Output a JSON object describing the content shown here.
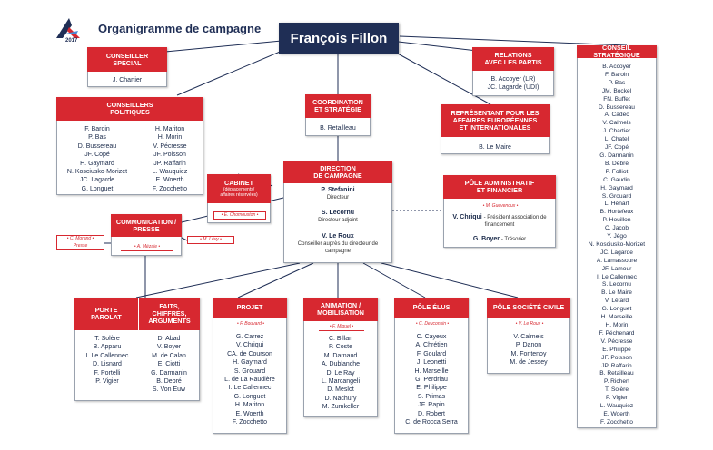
{
  "header": {
    "title": "Organigramme de campagne",
    "logo_year": "2017",
    "top": "François Fillon"
  },
  "colors": {
    "accent": "#d72830",
    "navy": "#1f2e55"
  },
  "conseiller_special": {
    "title": [
      "CONSEILLER",
      "SPÉCIAL"
    ],
    "members": [
      "J. Chartier"
    ]
  },
  "conseillers_politiques": {
    "title": [
      "CONSEILLERS",
      "POLITIQUES"
    ],
    "left": [
      "F. Baroin",
      "P. Bas",
      "D. Bussereau",
      "JF. Copé",
      "H. Gaymard",
      "N. Kosciusko-Morizet",
      "JC. Lagarde",
      "G. Longuet"
    ],
    "right": [
      "H. Mariton",
      "H. Morin",
      "V. Pécresse",
      "JF. Poisson",
      "JP. Raffarin",
      "L. Wauquiez",
      "E. Woerth",
      "F. Zocchetto"
    ]
  },
  "coordination": {
    "title": [
      "COORDINATION",
      "ET STRATÉGIE"
    ],
    "members": [
      "B. Retailleau"
    ]
  },
  "relations_partis": {
    "title": [
      "RELATIONS",
      "AVEC LES PARTIS"
    ],
    "members": [
      "B. Accoyer (LR)",
      "JC. Lagarde (UDI)"
    ]
  },
  "representant": {
    "title": [
      "REPRÉSENTANT POUR LES",
      "AFFAIRES EUROPÉENNES",
      "ET INTERNATIONALES"
    ],
    "members": [
      "B. Le Maire"
    ]
  },
  "cabinet": {
    "title": "CABINET",
    "subtitle": [
      "(déplacements/",
      "affaires réservées)"
    ],
    "tag": "• E. Chomouston •"
  },
  "direction": {
    "title": [
      "DIRECTION",
      "DE CAMPAGNE"
    ],
    "people": [
      {
        "name": "P. Stefanini",
        "role": "Directeur"
      },
      {
        "name": "S. Lecornu",
        "role": "Directeur adjoint"
      },
      {
        "name": "V. Le Roux",
        "role": "Conseiller auprès du directeur de campagne"
      }
    ]
  },
  "pole_admin": {
    "title": [
      "PÔLE ADMINISTRATIF",
      "ET FINANCIER"
    ],
    "tag": "• M. Guevenoux •",
    "people": [
      {
        "name": "V. Chriqui",
        "role": "- Président association de financement"
      },
      {
        "name": "G. Boyer",
        "role": "- Trésorier"
      }
    ]
  },
  "communication": {
    "title": [
      "COMMUNICATION /",
      "PRESSE"
    ],
    "tag": "• A. Mézaie •",
    "presse_tag": [
      "• C. Morand •",
      "Presse"
    ],
    "levy_tag": "• M. Lévy •"
  },
  "porte_parolat": {
    "title": [
      "PORTE",
      "PAROLAT"
    ],
    "members": [
      "T. Solère",
      "B. Apparu",
      "I. Le Callennec",
      "D. Lisnard",
      "F. Portelli",
      "P. Vigier"
    ]
  },
  "faits_chiffres": {
    "title": [
      "FAITS,",
      "CHIFFRES,",
      "ARGUMENTS"
    ],
    "members": [
      "D. Abad",
      "V. Boyer",
      "M. de Calan",
      "E. Ciotti",
      "G. Darmanin",
      "B. Debré",
      "S. Von Euw"
    ]
  },
  "projet": {
    "title": "PROJET",
    "tag": "• F. Bouvard •",
    "members": [
      "G. Carrez",
      "V. Chriqui",
      "CA. de Courson",
      "H. Gaymard",
      "S. Grouard",
      "L. de La Raudière",
      "I. Le Callennec",
      "G. Longuet",
      "H. Mariton",
      "E. Woerth",
      "F. Zocchetto"
    ]
  },
  "animation": {
    "title": [
      "ANIMATION /",
      "MOBILISATION"
    ],
    "tag": "• F. Miquel •",
    "members": [
      "C. Billan",
      "P. Coste",
      "M. Darnaud",
      "A. Dublanche",
      "D. Le Ray",
      "L. Marcangeli",
      "D. Meslot",
      "D. Nachury",
      "M. Zumkeller"
    ]
  },
  "pole_elus": {
    "title": "PÔLE ÉLUS",
    "tag": "• C. Deuconsin •",
    "members": [
      "C. Cayeux",
      "A. Chrétien",
      "F. Goulard",
      "J. Leonetti",
      "H. Marseille",
      "G. Perdriau",
      "E. Philippe",
      "S. Primas",
      "JF. Rapin",
      "D. Robert",
      "C. de Rocca Serra"
    ]
  },
  "pole_societe": {
    "title": "PÔLE SOCIÉTÉ CIVILE",
    "tag": "• V. Le Roux •",
    "members": [
      "V. Calmels",
      "P. Danon",
      "M. Fontenoy",
      "M. de Jessey"
    ]
  },
  "conseil_strategique": {
    "title": "CONSEIL STRATÉGIQUE",
    "members": [
      "B. Accoyer",
      "F. Baroin",
      "P. Bas",
      "JM. Bockel",
      "FN. Buffet",
      "D. Bussereau",
      "A. Cadec",
      "V. Calmels",
      "J. Chartier",
      "L. Chatel",
      "JF. Copé",
      "G. Darmanin",
      "B. Debré",
      "P. Folliot",
      "C. Gaudin",
      "H. Gaymard",
      "S. Grouard",
      "L. Hénart",
      "B. Hortefeux",
      "P. Houillon",
      "C. Jacob",
      "Y. Jégo",
      "N. Kosciusko-Morizet",
      "JC. Lagarde",
      "A. Lamassoure",
      "JF. Lamour",
      "I. Le Callennec",
      "S. Lecornu",
      "B. Le Maire",
      "V. Létard",
      "G. Longuet",
      "H. Marseille",
      "H. Morin",
      "F. Péchenard",
      "V. Pécresse",
      "E. Philippe",
      "JF. Poisson",
      "JP. Raffarin",
      "B. Retailleau",
      "P. Richert",
      "T. Solère",
      "P. Vigier",
      "L. Wauquiez",
      "E. Woerth",
      "F. Zocchetto"
    ]
  }
}
